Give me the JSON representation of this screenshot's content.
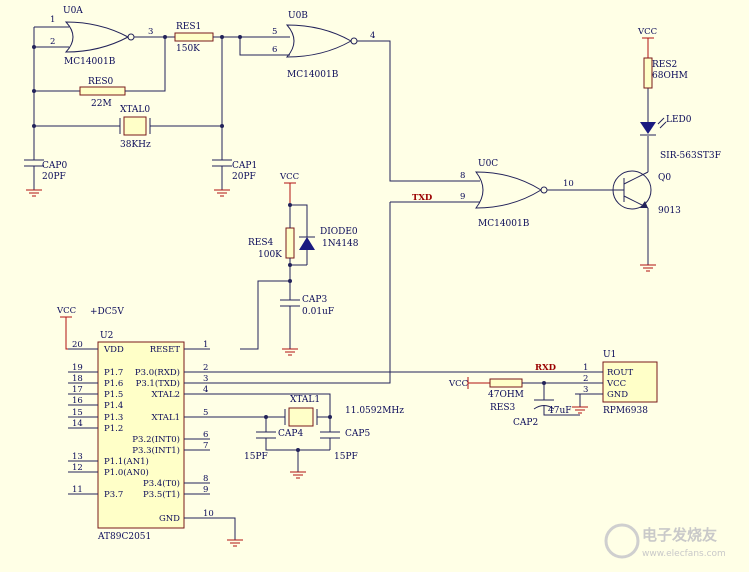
{
  "gates": {
    "u0a": {
      "ref": "U0A",
      "part": "MC14001B",
      "pin1": "1",
      "pin2": "2",
      "pin3": "3"
    },
    "u0b": {
      "ref": "U0B",
      "part": "MC14001B",
      "pin5": "5",
      "pin6": "6",
      "pin4": "4"
    },
    "u0c": {
      "ref": "U0C",
      "part": "MC14001B",
      "pin8": "8",
      "pin9": "9",
      "pin10": "10"
    }
  },
  "resistors": {
    "res1": {
      "ref": "RES1",
      "value": "150K"
    },
    "res0": {
      "ref": "RES0",
      "value": "22M"
    },
    "res2": {
      "ref": "RES2",
      "value": "68OHM"
    },
    "res4": {
      "ref": "RES4",
      "value": "100K"
    },
    "res3": {
      "ref": "RES3",
      "value": "47OHM"
    }
  },
  "capacitors": {
    "cap0": {
      "ref": "CAP0",
      "value": "20PF"
    },
    "cap1": {
      "ref": "CAP1",
      "value": "20PF"
    },
    "cap3": {
      "ref": "CAP3",
      "value": "0.01uF"
    },
    "cap4": {
      "ref": "CAP4",
      "value": "15PF"
    },
    "cap5": {
      "ref": "CAP5",
      "value": "15PF"
    },
    "cap2": {
      "ref": "CAP2",
      "value": "47uF"
    }
  },
  "crystals": {
    "xtal0": {
      "ref": "XTAL0",
      "value": "38KHz"
    },
    "xtal1": {
      "ref": "XTAL1",
      "value": "11.0592MHz"
    }
  },
  "diode": {
    "ref": "DIODE0",
    "part": "1N4148"
  },
  "led": {
    "ref": "LED0",
    "part": "SIR-563ST3F"
  },
  "transistor": {
    "ref": "Q0",
    "part": "9013"
  },
  "vcc_label": "VCC",
  "dc5v_label": "+DC5V",
  "net_txd": "TXD",
  "net_rxd": "RXD",
  "mcu": {
    "ref": "U2",
    "part": "AT89C2051",
    "left_pins": [
      {
        "num": "20",
        "name": "VDD"
      },
      {
        "num": "19",
        "name": "P1.7"
      },
      {
        "num": "18",
        "name": "P1.6"
      },
      {
        "num": "17",
        "name": "P1.5"
      },
      {
        "num": "16",
        "name": "P1.4"
      },
      {
        "num": "15",
        "name": "P1.3"
      },
      {
        "num": "14",
        "name": "P1.2"
      },
      {
        "num": "13",
        "name": "P1.1(AN1)"
      },
      {
        "num": "12",
        "name": "P1.0(AN0)"
      },
      {
        "num": "11",
        "name": "P3.7"
      }
    ],
    "right_pins": [
      {
        "num": "1",
        "name": "RESET"
      },
      {
        "num": "2",
        "name": "P3.0(RXD)"
      },
      {
        "num": "3",
        "name": "P3.1(TXD)"
      },
      {
        "num": "4",
        "name": "XTAL2"
      },
      {
        "num": "5",
        "name": "XTAL1"
      },
      {
        "num": "6",
        "name": "P3.2(INT0)"
      },
      {
        "num": "7",
        "name": "P3.3(INT1)"
      },
      {
        "num": "8",
        "name": "P3.4(T0)"
      },
      {
        "num": "9",
        "name": "P3.5(T1)"
      },
      {
        "num": "10",
        "name": "GND"
      }
    ]
  },
  "receiver": {
    "ref": "U1",
    "part": "RPM6938",
    "pins": [
      {
        "num": "1",
        "name": "ROUT"
      },
      {
        "num": "2",
        "name": "VCC"
      },
      {
        "num": "3",
        "name": "GND"
      }
    ]
  },
  "watermark": {
    "main": "电子发烧友",
    "url": "www.elecfans.com"
  }
}
